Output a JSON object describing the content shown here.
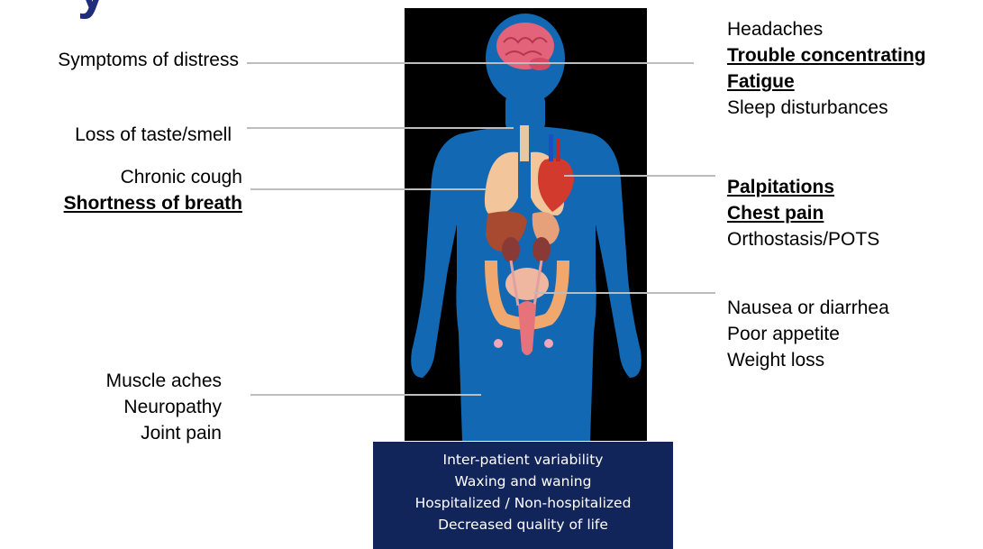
{
  "title_fragment": "y",
  "left_callouts": [
    {
      "lines": [
        {
          "text": "Symptoms of distress",
          "bold": false
        }
      ]
    },
    {
      "lines": [
        {
          "text": "Loss of taste/smell",
          "bold": false
        }
      ]
    },
    {
      "lines": [
        {
          "text": "Chronic cough",
          "bold": false
        },
        {
          "text": "Shortness of breath",
          "bold": true
        }
      ]
    },
    {
      "lines": [
        {
          "text": "Muscle aches",
          "bold": false
        },
        {
          "text": "Neuropathy",
          "bold": false
        },
        {
          "text": "Joint pain",
          "bold": false
        }
      ]
    }
  ],
  "right_callouts": [
    {
      "lines": [
        {
          "text": "Headaches",
          "bold": false
        },
        {
          "text": "Trouble concentrating",
          "bold": true
        },
        {
          "text": "Fatigue",
          "bold": true
        },
        {
          "text": "Sleep disturbances",
          "bold": false
        }
      ]
    },
    {
      "lines": [
        {
          "text": "Palpitations",
          "bold": true
        },
        {
          "text": "Chest pain",
          "bold": true
        },
        {
          "text": "Orthostasis/POTS",
          "bold": false
        }
      ]
    },
    {
      "lines": [
        {
          "text": "Nausea or diarrhea",
          "bold": false
        },
        {
          "text": "Poor appetite",
          "bold": false
        },
        {
          "text": "Weight loss",
          "bold": false
        }
      ]
    }
  ],
  "info_box": [
    "Inter-patient variability",
    "Waxing and waning",
    "Hospitalized / Non-hospitalized",
    "Decreased quality of life"
  ],
  "colors": {
    "body": "#1268b3",
    "panel": "#000000",
    "info_bg": "#12255a",
    "connector": "#bdbdbd",
    "title": "#1f2d7a"
  }
}
